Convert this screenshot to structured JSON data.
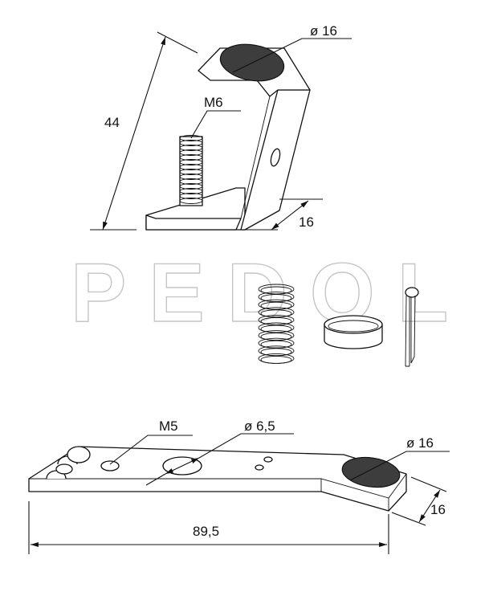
{
  "watermark": "PEDOL",
  "top_bracket": {
    "height_dim": "44",
    "pad_dim": "ø 16",
    "thread_dim": "M6",
    "width_dim": "16"
  },
  "lever": {
    "hole_small_dim": "M5",
    "hole_large_dim": "ø 6,5",
    "pad_dim": "ø 16",
    "width_dim": "16",
    "length_dim": "89,5"
  }
}
